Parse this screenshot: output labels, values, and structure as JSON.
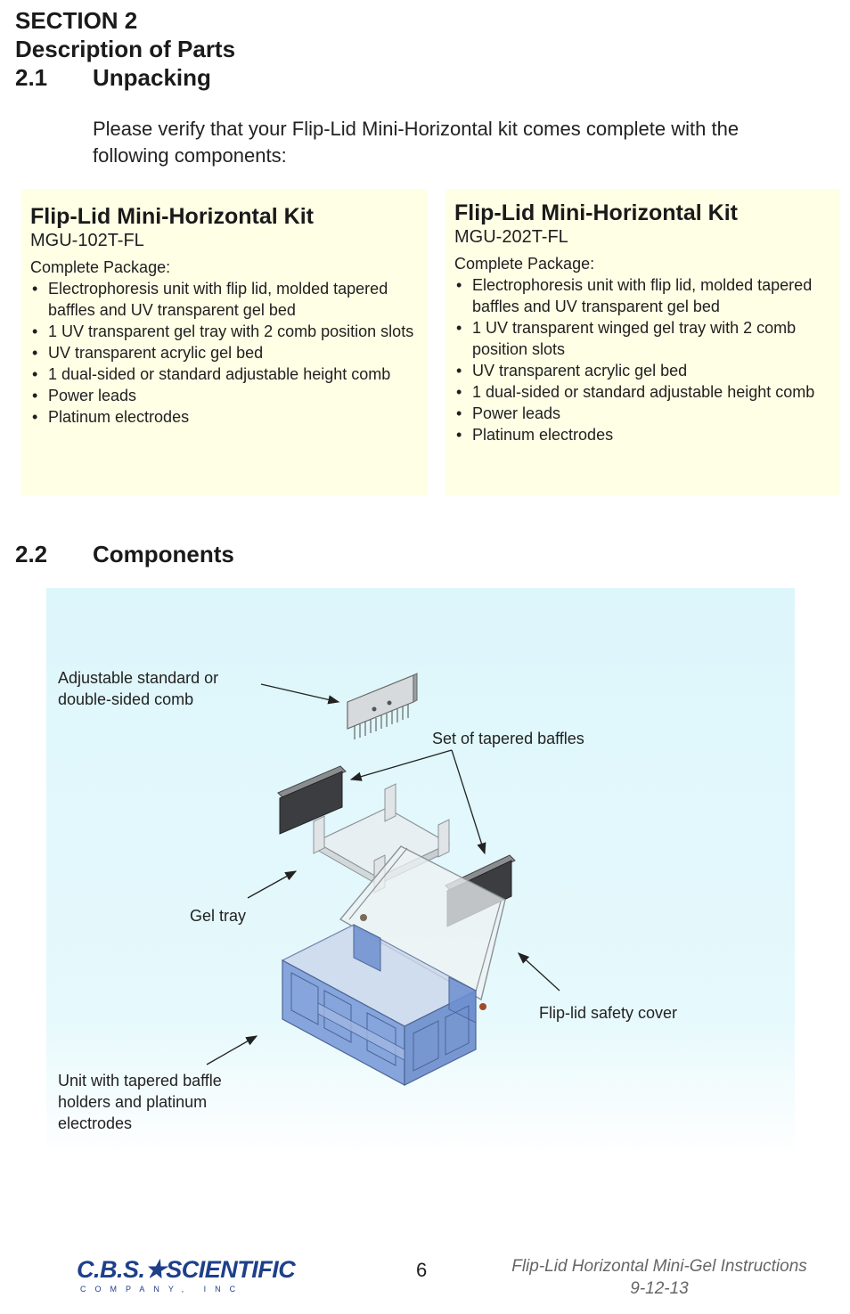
{
  "section": {
    "title": "SECTION 2",
    "subtitle": "Description of Parts"
  },
  "s21": {
    "num": "2.1",
    "title": "Unpacking"
  },
  "intro": "Please verify that your Flip-Lid Mini-Horizontal kit comes complete with the following components:",
  "kits": [
    {
      "title": "Flip-Lid Mini-Horizontal Kit",
      "model": "MGU-102T-FL",
      "package": "Complete Package:",
      "items": [
        "Electrophoresis unit with flip lid, molded tapered baffles and UV transparent gel bed",
        "1 UV transparent gel tray with 2 comb position slots",
        "UV transparent acrylic gel bed",
        "1 dual-sided or standard adjustable height comb",
        "Power leads",
        "Platinum electrodes"
      ]
    },
    {
      "title": "Flip-Lid Mini-Horizontal Kit",
      "model": "MGU-202T-FL",
      "package": "Complete Package:",
      "items": [
        "Electrophoresis unit with flip lid, molded tapered baffles and UV transparent gel bed",
        "1 UV transparent winged gel tray with 2 comb position slots",
        "UV transparent acrylic gel bed",
        "1 dual-sided or standard adjustable height comb",
        "Power leads",
        "Platinum electrodes"
      ]
    }
  ],
  "s22": {
    "num": "2.2",
    "title": "Components"
  },
  "diagram": {
    "labels": {
      "comb": "Adjustable standard or double-sided comb",
      "baffles": "Set of tapered baffles",
      "geltray": "Gel tray",
      "cover": "Flip-lid safety cover",
      "unit": "Unit with tapered baffle holders and platinum electrodes"
    }
  },
  "footer": {
    "logo": "C.B.S.★SCIENTIFIC",
    "logo_sub": "COMPANY, INC",
    "page": "6",
    "doc_title": "Flip-Lid Horizontal Mini-Gel Instructions",
    "doc_date": "9-12-13"
  }
}
